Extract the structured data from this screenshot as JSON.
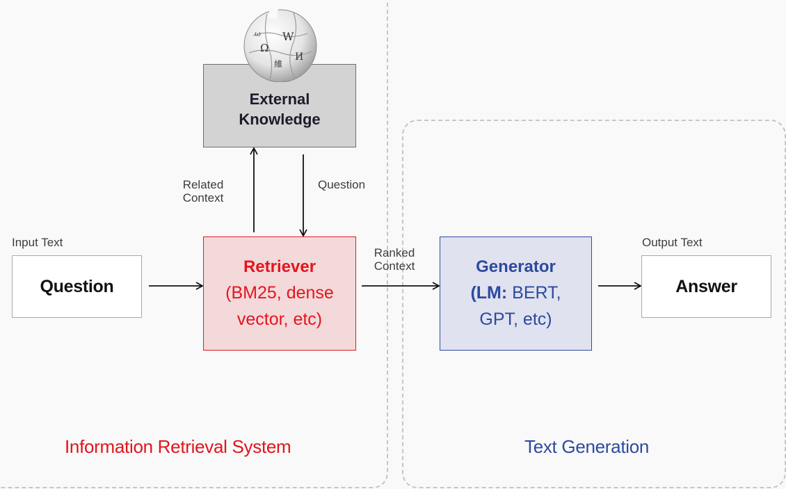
{
  "regions": {
    "information_retrieval": {
      "title": "Information Retrieval System",
      "color": "#e1141d"
    },
    "text_generation": {
      "title": "Text Generation",
      "color": "#2b4aa0"
    }
  },
  "external_knowledge": {
    "line1": "External",
    "line2": "Knowledge",
    "icon": "wikipedia-globe-icon"
  },
  "input": {
    "label": "Input Text",
    "box": "Question"
  },
  "output": {
    "label": "Output Text",
    "box": "Answer"
  },
  "retriever": {
    "title": "Retriever",
    "line1": "(BM25, dense",
    "line2": "vector, etc)",
    "color": "#e4151f"
  },
  "generator": {
    "title": "Generator",
    "lm_open": "(",
    "lm_bold": "LM:",
    "lm_rest": " BERT,",
    "line2": "GPT, etc)",
    "color": "#2b4aa0"
  },
  "edges": {
    "related_context": {
      "line1": "Related",
      "line2": "Context"
    },
    "question": "Question",
    "ranked_context": {
      "line1": "Ranked",
      "line2": "Context"
    }
  }
}
